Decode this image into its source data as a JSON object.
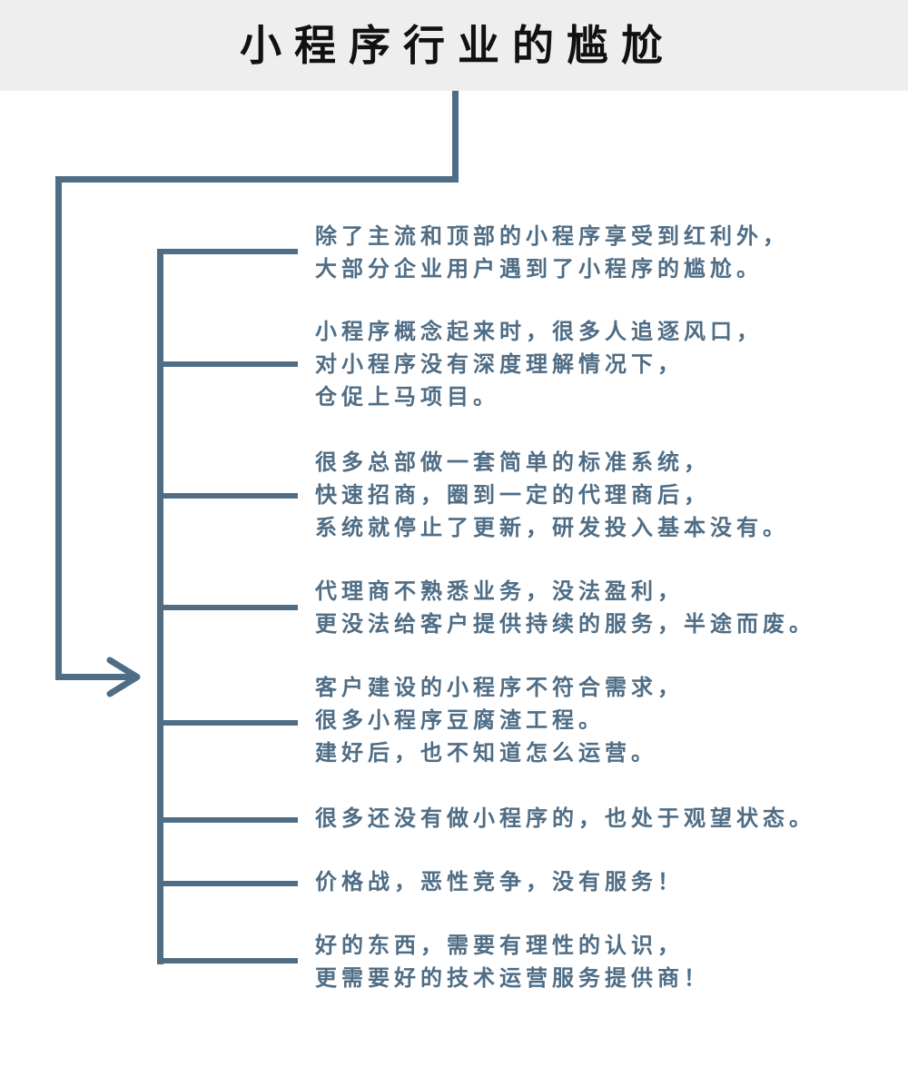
{
  "title": "小程序行业的尴尬",
  "color": "#4f6d85",
  "items": [
    {
      "lines": [
        "除了主流和顶部的小程序享受到红利外，",
        "大部分企业用户遇到了小程序的尴尬。"
      ]
    },
    {
      "lines": [
        "小程序概念起来时，很多人追逐风口，",
        "对小程序没有深度理解情况下，",
        "仓促上马项目。"
      ]
    },
    {
      "lines": [
        "很多总部做一套简单的标准系统，",
        "快速招商，圈到一定的代理商后，",
        "系统就停止了更新，研发投入基本没有。"
      ]
    },
    {
      "lines": [
        "代理商不熟悉业务，没法盈利，",
        "更没法给客户提供持续的服务，半途而废。"
      ]
    },
    {
      "lines": [
        "客户建设的小程序不符合需求，",
        "很多小程序豆腐渣工程。",
        "建好后，也不知道怎么运营。"
      ]
    },
    {
      "lines": [
        "很多还没有做小程序的，也处于观望状态。"
      ]
    },
    {
      "lines": [
        "价格战，恶性竞争，没有服务！"
      ]
    },
    {
      "lines": [
        "好的东西，需要有理性的认识，",
        "更需要好的技术运营服务提供商！"
      ]
    }
  ]
}
